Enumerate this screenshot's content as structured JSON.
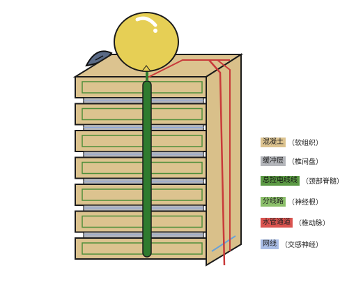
{
  "colors": {
    "concrete": "#dcc38f",
    "buffer": "#b4b6bb",
    "main_cable": "#2f7b2f",
    "branch": "#8bbf6a",
    "water": "#c83a3a",
    "net": "#a9bde6",
    "outline": "#1b1b1b",
    "balloon": "#e6cf55"
  },
  "legend": {
    "items": [
      {
        "label": "混凝土",
        "note": "（软组织）",
        "color": "#dcc38f"
      },
      {
        "label": "缓冲层",
        "note": "（椎间盘）",
        "color": "#b4b6bb"
      },
      {
        "label": "总控电线线",
        "note": "（颈部脊髓）",
        "color": "#5c9a45"
      },
      {
        "label": "分线路",
        "note": "（神经根）",
        "color": "#8bbf6a"
      },
      {
        "label": "水管通道",
        "note": "（椎动脉）",
        "color": "#d9534f"
      },
      {
        "label": "网线",
        "note": "（交感神经）",
        "color": "#a9bde6"
      }
    ]
  },
  "icons": {
    "top_left": "satellite-dish-icon",
    "top_center": "balloon-icon"
  }
}
